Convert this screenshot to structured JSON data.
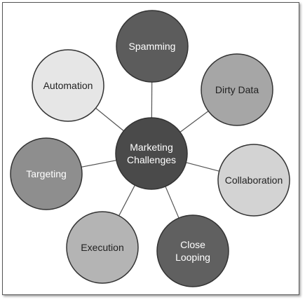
{
  "diagram": {
    "center": {
      "lines": [
        "Marketing",
        "Challenges"
      ],
      "fill": "#4a4a4a",
      "text_color": "#ffffff"
    },
    "nodes": [
      {
        "id": "spamming",
        "lines": [
          "Spamming"
        ],
        "fill": "#5c5c5c",
        "text_color": "#ffffff"
      },
      {
        "id": "dirty-data",
        "lines": [
          "Dirty Data"
        ],
        "fill": "#a6a6a6",
        "text_color": "#222222"
      },
      {
        "id": "collaboration",
        "lines": [
          "Collaboration"
        ],
        "fill": "#d3d3d3",
        "text_color": "#222222"
      },
      {
        "id": "close-looping",
        "lines": [
          "Close",
          "Looping"
        ],
        "fill": "#606060",
        "text_color": "#ffffff"
      },
      {
        "id": "execution",
        "lines": [
          "Execution"
        ],
        "fill": "#b4b4b4",
        "text_color": "#222222"
      },
      {
        "id": "targeting",
        "lines": [
          "Targeting"
        ],
        "fill": "#8e8e8e",
        "text_color": "#ffffff"
      },
      {
        "id": "automation",
        "lines": [
          "Automation"
        ],
        "fill": "#e6e6e6",
        "text_color": "#222222"
      }
    ],
    "stroke_color": "#333333",
    "line_color": "#555555"
  }
}
